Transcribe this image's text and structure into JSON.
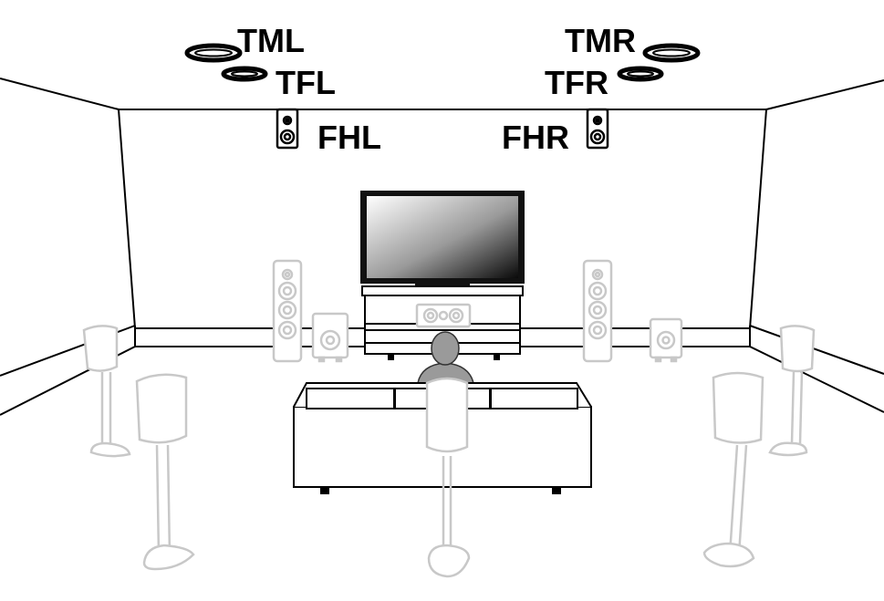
{
  "labels": {
    "tml": "TML",
    "tmr": "TMR",
    "tfl": "TFL",
    "tfr": "TFR",
    "fhl": "FHL",
    "fhr": "FHR"
  },
  "colors": {
    "line": "#000000",
    "highlight_speaker": "#000000",
    "faded_speaker": "#c8c8c8",
    "person": "#9a9a9a",
    "background": "#ffffff"
  },
  "icons": {
    "ceiling_speaker": "ceiling-speaker-icon",
    "height_speaker": "height-speaker-icon",
    "tower_speaker": "tower-speaker-icon",
    "center_speaker": "center-speaker-icon",
    "subwoofer": "subwoofer-icon",
    "stand_speaker": "stand-speaker-icon",
    "listener": "person-icon",
    "tv": "tv-icon"
  }
}
